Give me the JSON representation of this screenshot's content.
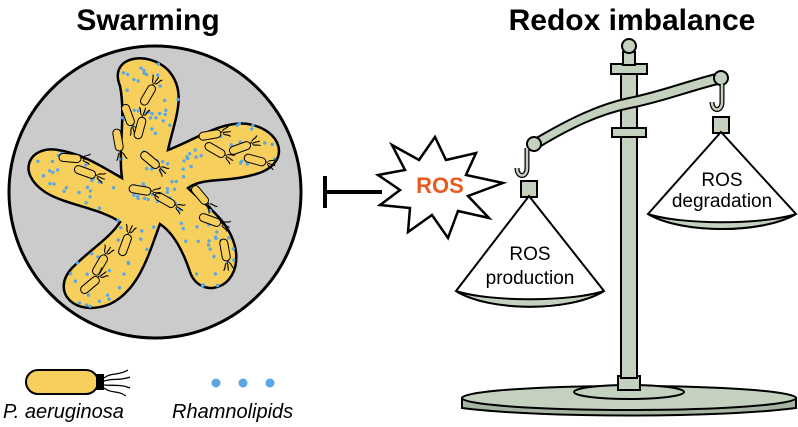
{
  "titles": {
    "left": "Swarming",
    "right": "Redox imbalance"
  },
  "ros_burst": {
    "label": "ROS",
    "label_color": "#e85a1e"
  },
  "scale": {
    "left_pan": [
      "ROS",
      "production"
    ],
    "right_pan": [
      "ROS",
      "degradation"
    ]
  },
  "legend": {
    "bacterium": "P. aeruginosa",
    "rhamnolipids": "Rhamnolipids"
  },
  "colors": {
    "plate": "#cbcbcb",
    "colony": "#f7cf5c",
    "dots": "#5aa7e6",
    "scale": "#c4d1bf",
    "scale_dark": "#a6b5a2",
    "inhibition": "#000000"
  },
  "icons": [
    "bacterium-icon",
    "rhamnolipid-dot-icon",
    "inhibition-arrow-icon",
    "balance-scale-icon",
    "ros-burst-icon"
  ]
}
